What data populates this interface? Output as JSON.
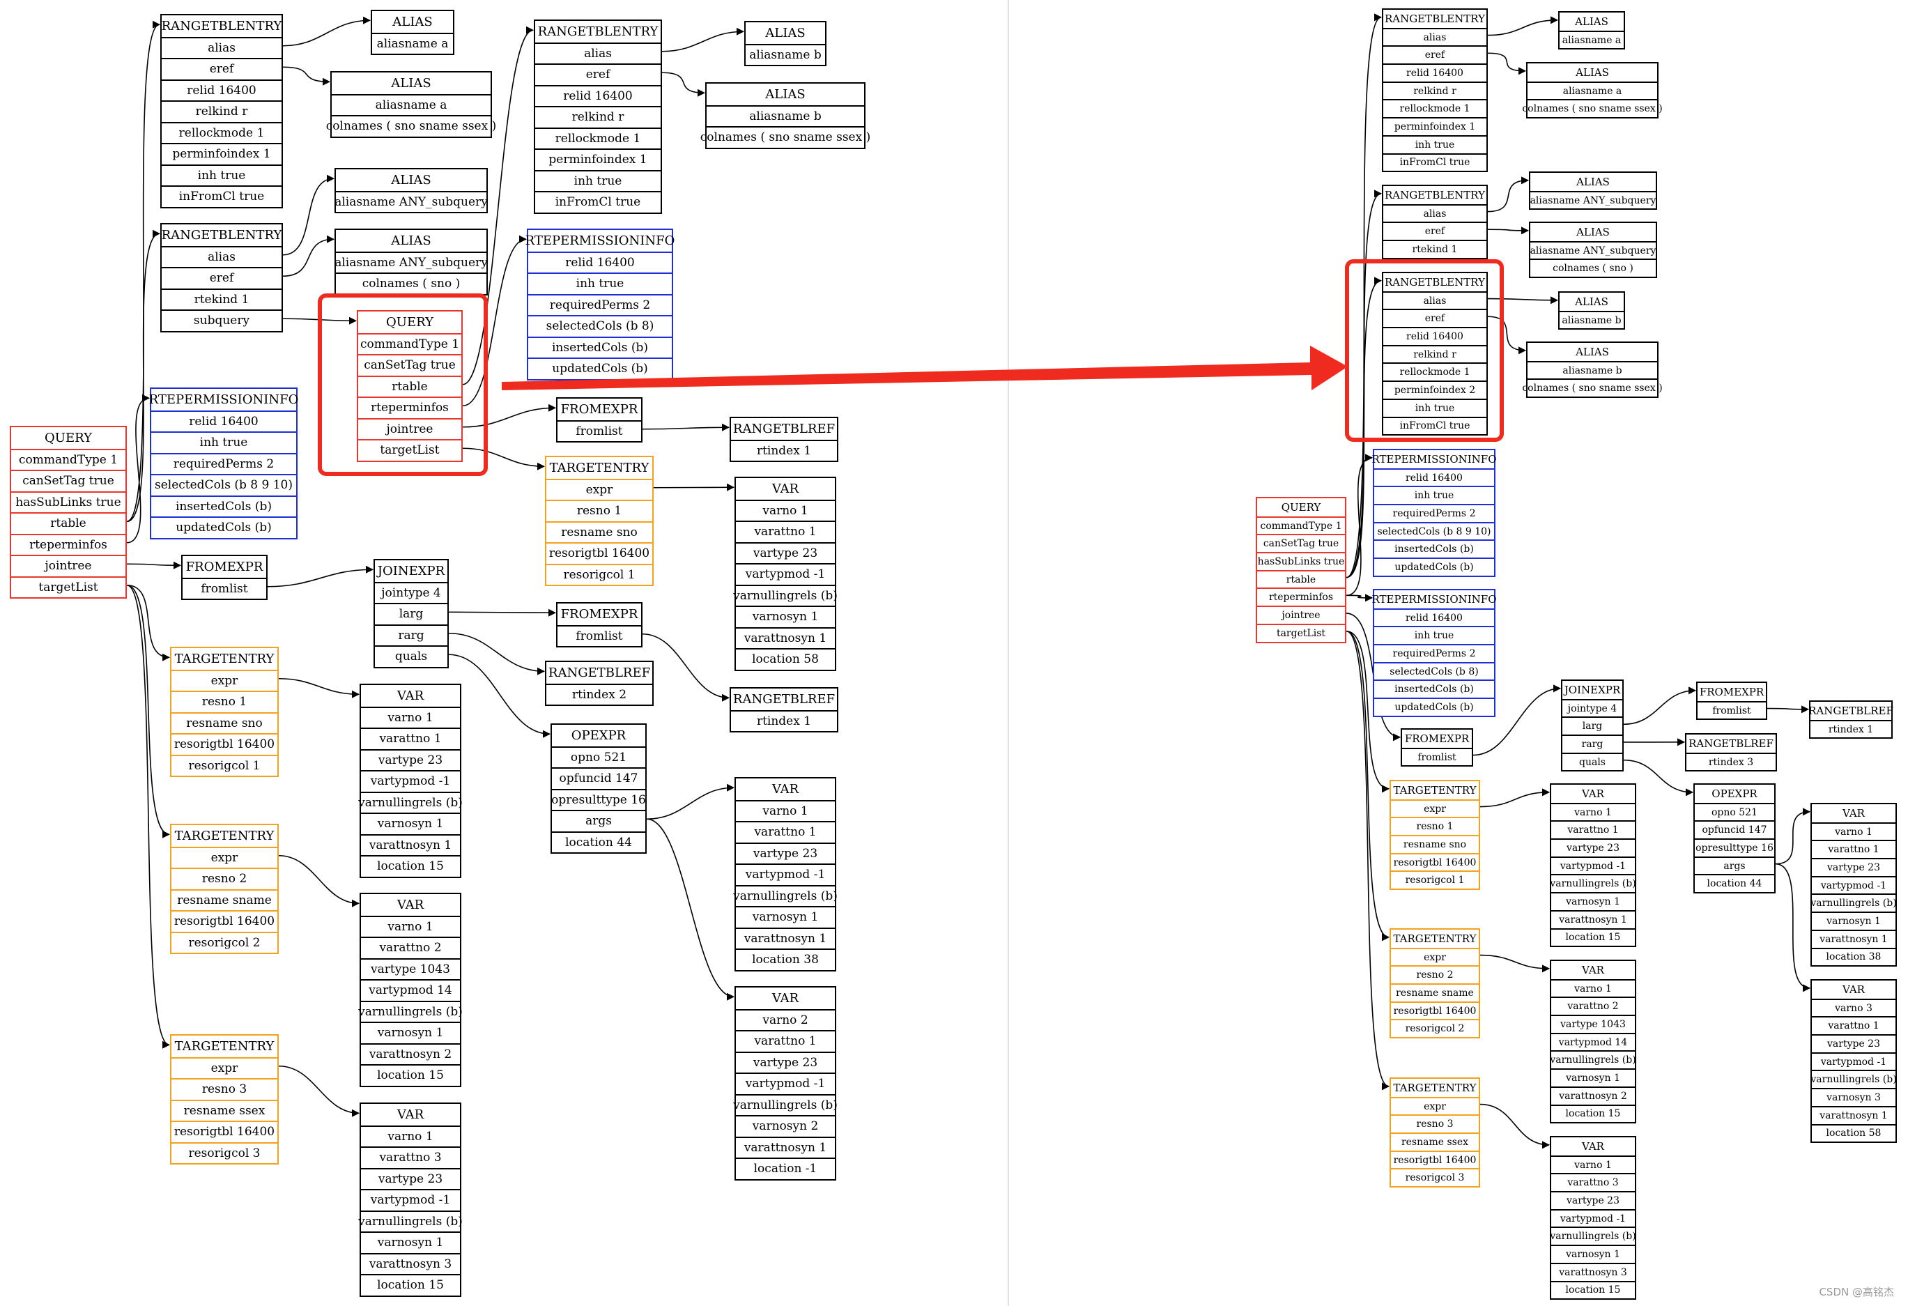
{
  "colors": {
    "red": "#e8362e",
    "blue": "#1f2fd6",
    "orange": "#f2a21c",
    "highlight": "#ef2b20"
  },
  "watermark": "CSDN @高铭杰",
  "panels": [
    {
      "id": "left",
      "nodes": [
        {
          "id": "L_query",
          "t": "QUERY",
          "c": "red",
          "rows": [
            "commandType 1",
            "canSetTag true",
            "hasSubLinks true",
            "rtable",
            "rteperminfos",
            "jointree",
            "targetList"
          ]
        },
        {
          "id": "L_rte1",
          "t": "RANGETBLENTRY",
          "rows": [
            "alias",
            "eref",
            "relid 16400",
            "relkind r",
            "rellockmode 1",
            "perminfoindex 1",
            "inh true",
            "inFromCl true"
          ]
        },
        {
          "id": "L_al1",
          "t": "ALIAS",
          "rows": [
            "aliasname a"
          ]
        },
        {
          "id": "L_al2",
          "t": "ALIAS",
          "rows": [
            "aliasname a",
            "colnames ( sno sname ssex )"
          ]
        },
        {
          "id": "L_rte2",
          "t": "RANGETBLENTRY",
          "rows": [
            "alias",
            "eref",
            "rtekind 1",
            "subquery"
          ]
        },
        {
          "id": "L_al3",
          "t": "ALIAS",
          "rows": [
            "aliasname ANY_subquery"
          ]
        },
        {
          "id": "L_al4",
          "t": "ALIAS",
          "rows": [
            "aliasname ANY_subquery",
            "colnames ( sno )"
          ]
        },
        {
          "id": "L_perm1",
          "t": "RTEPERMISSIONINFO",
          "c": "blue",
          "rows": [
            "relid 16400",
            "inh true",
            "requiredPerms 2",
            "selectedCols (b 8 9 10)",
            "insertedCols (b)",
            "updatedCols (b)"
          ]
        },
        {
          "id": "L_subq",
          "t": "QUERY",
          "c": "red",
          "rows": [
            "commandType 1",
            "canSetTag true",
            "rtable",
            "rteperminfos",
            "jointree",
            "targetList"
          ]
        },
        {
          "id": "L_rte3",
          "t": "RANGETBLENTRY",
          "rows": [
            "alias",
            "eref",
            "relid 16400",
            "relkind r",
            "rellockmode 1",
            "perminfoindex 1",
            "inh true",
            "inFromCl true"
          ]
        },
        {
          "id": "L_al5",
          "t": "ALIAS",
          "rows": [
            "aliasname b"
          ]
        },
        {
          "id": "L_al6",
          "t": "ALIAS",
          "rows": [
            "aliasname b",
            "colnames ( sno sname ssex )"
          ]
        },
        {
          "id": "L_perm2",
          "t": "RTEPERMISSIONINFO",
          "c": "blue",
          "rows": [
            "relid 16400",
            "inh true",
            "requiredPerms 2",
            "selectedCols (b 8)",
            "insertedCols (b)",
            "updatedCols (b)"
          ]
        },
        {
          "id": "L_from2",
          "t": "FROMEXPR",
          "rows": [
            "fromlist"
          ]
        },
        {
          "id": "L_rtr1",
          "t": "RANGETBLREF",
          "rows": [
            "rtindex 1"
          ]
        },
        {
          "id": "L_te4",
          "t": "TARGETENTRY",
          "c": "orange",
          "rows": [
            "expr",
            "resno 1",
            "resname sno",
            "resorigtbl 16400",
            "resorigcol 1"
          ]
        },
        {
          "id": "L_var4",
          "t": "VAR",
          "rows": [
            "varno 1",
            "varattno 1",
            "vartype 23",
            "vartypmod -1",
            "varnullingrels (b)",
            "varnosyn 1",
            "varattnosyn 1",
            "location 58"
          ]
        },
        {
          "id": "L_from1",
          "t": "FROMEXPR",
          "rows": [
            "fromlist"
          ]
        },
        {
          "id": "L_join",
          "t": "JOINEXPR",
          "rows": [
            "jointype 4",
            "larg",
            "rarg",
            "quals"
          ]
        },
        {
          "id": "L_from3",
          "t": "FROMEXPR",
          "rows": [
            "fromlist"
          ]
        },
        {
          "id": "L_rtr2",
          "t": "RANGETBLREF",
          "rows": [
            "rtindex 2"
          ]
        },
        {
          "id": "L_rtr3",
          "t": "RANGETBLREF",
          "rows": [
            "rtindex 1"
          ]
        },
        {
          "id": "L_op",
          "t": "OPEXPR",
          "rows": [
            "opno 521",
            "opfuncid 147",
            "opresulttype 16",
            "args",
            "location 44"
          ]
        },
        {
          "id": "L_var5",
          "t": "VAR",
          "rows": [
            "varno 1",
            "varattno 1",
            "vartype 23",
            "vartypmod -1",
            "varnullingrels (b)",
            "varnosyn 1",
            "varattnosyn 1",
            "location 38"
          ]
        },
        {
          "id": "L_var6",
          "t": "VAR",
          "rows": [
            "varno 2",
            "varattno 1",
            "vartype 23",
            "vartypmod -1",
            "varnullingrels (b)",
            "varnosyn 2",
            "varattnosyn 1",
            "location -1"
          ]
        },
        {
          "id": "L_te1",
          "t": "TARGETENTRY",
          "c": "orange",
          "rows": [
            "expr",
            "resno 1",
            "resname sno",
            "resorigtbl 16400",
            "resorigcol 1"
          ]
        },
        {
          "id": "L_var1",
          "t": "VAR",
          "rows": [
            "varno 1",
            "varattno 1",
            "vartype 23",
            "vartypmod -1",
            "varnullingrels (b)",
            "varnosyn 1",
            "varattnosyn 1",
            "location 15"
          ]
        },
        {
          "id": "L_te2",
          "t": "TARGETENTRY",
          "c": "orange",
          "rows": [
            "expr",
            "resno 2",
            "resname sname",
            "resorigtbl 16400",
            "resorigcol 2"
          ]
        },
        {
          "id": "L_var2",
          "t": "VAR",
          "rows": [
            "varno 1",
            "varattno 2",
            "vartype 1043",
            "vartypmod 14",
            "varnullingrels (b)",
            "varnosyn 1",
            "varattnosyn 2",
            "location 15"
          ]
        },
        {
          "id": "L_te3",
          "t": "TARGETENTRY",
          "c": "orange",
          "rows": [
            "expr",
            "resno 3",
            "resname ssex",
            "resorigtbl 16400",
            "resorigcol 3"
          ]
        },
        {
          "id": "L_var3",
          "t": "VAR",
          "rows": [
            "varno 1",
            "varattno 3",
            "vartype 23",
            "vartypmod -1",
            "varnullingrels (b)",
            "varnosyn 1",
            "varattnosyn 3",
            "location 15"
          ]
        }
      ]
    },
    {
      "id": "right",
      "nodes": [
        {
          "id": "R_query",
          "t": "QUERY",
          "c": "red",
          "rows": [
            "commandType 1",
            "canSetTag true",
            "hasSubLinks true",
            "rtable",
            "rteperminfos",
            "jointree",
            "targetList"
          ]
        },
        {
          "id": "R_rte1",
          "t": "RANGETBLENTRY",
          "rows": [
            "alias",
            "eref",
            "relid 16400",
            "relkind r",
            "rellockmode 1",
            "perminfoindex 1",
            "inh true",
            "inFromCl true"
          ]
        },
        {
          "id": "R_al1",
          "t": "ALIAS",
          "rows": [
            "aliasname a"
          ]
        },
        {
          "id": "R_al2",
          "t": "ALIAS",
          "rows": [
            "aliasname a",
            "colnames ( sno sname ssex )"
          ]
        },
        {
          "id": "R_rte2",
          "t": "RANGETBLENTRY",
          "rows": [
            "alias",
            "eref",
            "rtekind 1"
          ]
        },
        {
          "id": "R_al3",
          "t": "ALIAS",
          "rows": [
            "aliasname ANY_subquery"
          ]
        },
        {
          "id": "R_al4",
          "t": "ALIAS",
          "rows": [
            "aliasname ANY_subquery",
            "colnames ( sno )"
          ]
        },
        {
          "id": "R_rte3",
          "t": "RANGETBLENTRY",
          "rows": [
            "alias",
            "eref",
            "relid 16400",
            "relkind r",
            "rellockmode 1",
            "perminfoindex 2",
            "inh true",
            "inFromCl true"
          ]
        },
        {
          "id": "R_al5",
          "t": "ALIAS",
          "rows": [
            "aliasname b"
          ]
        },
        {
          "id": "R_al6",
          "t": "ALIAS",
          "rows": [
            "aliasname b",
            "colnames ( sno sname ssex )"
          ]
        },
        {
          "id": "R_perm1",
          "t": "RTEPERMISSIONINFO",
          "c": "blue",
          "rows": [
            "relid 16400",
            "inh true",
            "requiredPerms 2",
            "selectedCols (b 8 9 10)",
            "insertedCols (b)",
            "updatedCols (b)"
          ]
        },
        {
          "id": "R_perm2",
          "t": "RTEPERMISSIONINFO",
          "c": "blue",
          "rows": [
            "relid 16400",
            "inh true",
            "requiredPerms 2",
            "selectedCols (b 8)",
            "insertedCols (b)",
            "updatedCols (b)"
          ]
        },
        {
          "id": "R_from1",
          "t": "FROMEXPR",
          "rows": [
            "fromlist"
          ]
        },
        {
          "id": "R_join",
          "t": "JOINEXPR",
          "rows": [
            "jointype 4",
            "larg",
            "rarg",
            "quals"
          ]
        },
        {
          "id": "R_from2",
          "t": "FROMEXPR",
          "rows": [
            "fromlist"
          ]
        },
        {
          "id": "R_rtr1",
          "t": "RANGETBLREF",
          "rows": [
            "rtindex 1"
          ]
        },
        {
          "id": "R_rtr3",
          "t": "RANGETBLREF",
          "rows": [
            "rtindex 3"
          ]
        },
        {
          "id": "R_op",
          "t": "OPEXPR",
          "rows": [
            "opno 521",
            "opfuncid 147",
            "opresulttype 16",
            "args",
            "location 44"
          ]
        },
        {
          "id": "R_var4",
          "t": "VAR",
          "rows": [
            "varno 1",
            "varattno 1",
            "vartype 23",
            "vartypmod -1",
            "varnullingrels (b)",
            "varnosyn 1",
            "varattnosyn 1",
            "location 38"
          ]
        },
        {
          "id": "R_var5",
          "t": "VAR",
          "rows": [
            "varno 3",
            "varattno 1",
            "vartype 23",
            "vartypmod -1",
            "varnullingrels (b)",
            "varnosyn 3",
            "varattnosyn 1",
            "location 58"
          ]
        },
        {
          "id": "R_te1",
          "t": "TARGETENTRY",
          "c": "orange",
          "rows": [
            "expr",
            "resno 1",
            "resname sno",
            "resorigtbl 16400",
            "resorigcol 1"
          ]
        },
        {
          "id": "R_var1",
          "t": "VAR",
          "rows": [
            "varno 1",
            "varattno 1",
            "vartype 23",
            "vartypmod -1",
            "varnullingrels (b)",
            "varnosyn 1",
            "varattnosyn 1",
            "location 15"
          ]
        },
        {
          "id": "R_te2",
          "t": "TARGETENTRY",
          "c": "orange",
          "rows": [
            "expr",
            "resno 2",
            "resname sname",
            "resorigtbl 16400",
            "resorigcol 2"
          ]
        },
        {
          "id": "R_var2",
          "t": "VAR",
          "rows": [
            "varno 1",
            "varattno 2",
            "vartype 1043",
            "vartypmod 14",
            "varnullingrels (b)",
            "varnosyn 1",
            "varattnosyn 2",
            "location 15"
          ]
        },
        {
          "id": "R_te3",
          "t": "TARGETENTRY",
          "c": "orange",
          "rows": [
            "expr",
            "resno 3",
            "resname ssex",
            "resorigtbl 16400",
            "resorigcol 3"
          ]
        },
        {
          "id": "R_var3",
          "t": "VAR",
          "rows": [
            "varno 1",
            "varattno 3",
            "vartype 23",
            "vartypmod -1",
            "varnullingrels (b)",
            "varnosyn 1",
            "varattnosyn 3",
            "location 15"
          ]
        }
      ]
    }
  ],
  "edges": [
    [
      "L_rte1",
      1,
      "L_al1"
    ],
    [
      "L_rte1",
      2,
      "L_al2"
    ],
    [
      "L_rte2",
      1,
      "L_al3"
    ],
    [
      "L_rte2",
      2,
      "L_al4"
    ],
    [
      "L_rte2",
      4,
      "L_subq"
    ],
    [
      "L_subq",
      3,
      "L_rte3"
    ],
    [
      "L_subq",
      4,
      "L_perm2"
    ],
    [
      "L_subq",
      5,
      "L_from2"
    ],
    [
      "L_subq",
      6,
      "L_te4"
    ],
    [
      "L_rte3",
      1,
      "L_al5"
    ],
    [
      "L_rte3",
      2,
      "L_al6"
    ],
    [
      "L_from2",
      1,
      "L_rtr1"
    ],
    [
      "L_te4",
      1,
      "L_var4"
    ],
    [
      "L_query",
      4,
      "L_rte1"
    ],
    [
      "L_query",
      4,
      "L_rte2"
    ],
    [
      "L_query",
      5,
      "L_perm1"
    ],
    [
      "L_query",
      6,
      "L_from1"
    ],
    [
      "L_query",
      7,
      "L_te1"
    ],
    [
      "L_query",
      7,
      "L_te2"
    ],
    [
      "L_query",
      7,
      "L_te3"
    ],
    [
      "L_from1",
      1,
      "L_join"
    ],
    [
      "L_join",
      2,
      "L_from3"
    ],
    [
      "L_join",
      3,
      "L_rtr2"
    ],
    [
      "L_join",
      4,
      "L_op"
    ],
    [
      "L_from3",
      1,
      "L_rtr3"
    ],
    [
      "L_op",
      4,
      "L_var5"
    ],
    [
      "L_op",
      4,
      "L_var6"
    ],
    [
      "L_te1",
      1,
      "L_var1"
    ],
    [
      "L_te2",
      1,
      "L_var2"
    ],
    [
      "L_te3",
      1,
      "L_var3"
    ],
    [
      "R_rte1",
      1,
      "R_al1"
    ],
    [
      "R_rte1",
      2,
      "R_al2"
    ],
    [
      "R_rte2",
      1,
      "R_al3"
    ],
    [
      "R_rte2",
      2,
      "R_al4"
    ],
    [
      "R_rte3",
      1,
      "R_al5"
    ],
    [
      "R_rte3",
      2,
      "R_al6"
    ],
    [
      "R_query",
      4,
      "R_rte1"
    ],
    [
      "R_query",
      4,
      "R_rte2"
    ],
    [
      "R_query",
      4,
      "R_rte3"
    ],
    [
      "R_query",
      5,
      "R_perm1"
    ],
    [
      "R_query",
      5,
      "R_perm2"
    ],
    [
      "R_query",
      6,
      "R_from1"
    ],
    [
      "R_query",
      7,
      "R_te1"
    ],
    [
      "R_query",
      7,
      "R_te2"
    ],
    [
      "R_query",
      7,
      "R_te3"
    ],
    [
      "R_from1",
      1,
      "R_join"
    ],
    [
      "R_join",
      2,
      "R_from2"
    ],
    [
      "R_join",
      3,
      "R_rtr3"
    ],
    [
      "R_join",
      4,
      "R_op"
    ],
    [
      "R_from2",
      1,
      "R_rtr1"
    ],
    [
      "R_op",
      4,
      "R_var4"
    ],
    [
      "R_op",
      4,
      "R_var5"
    ],
    [
      "R_te1",
      1,
      "R_var1"
    ],
    [
      "R_te2",
      1,
      "R_var2"
    ],
    [
      "R_te3",
      1,
      "R_var3"
    ]
  ]
}
